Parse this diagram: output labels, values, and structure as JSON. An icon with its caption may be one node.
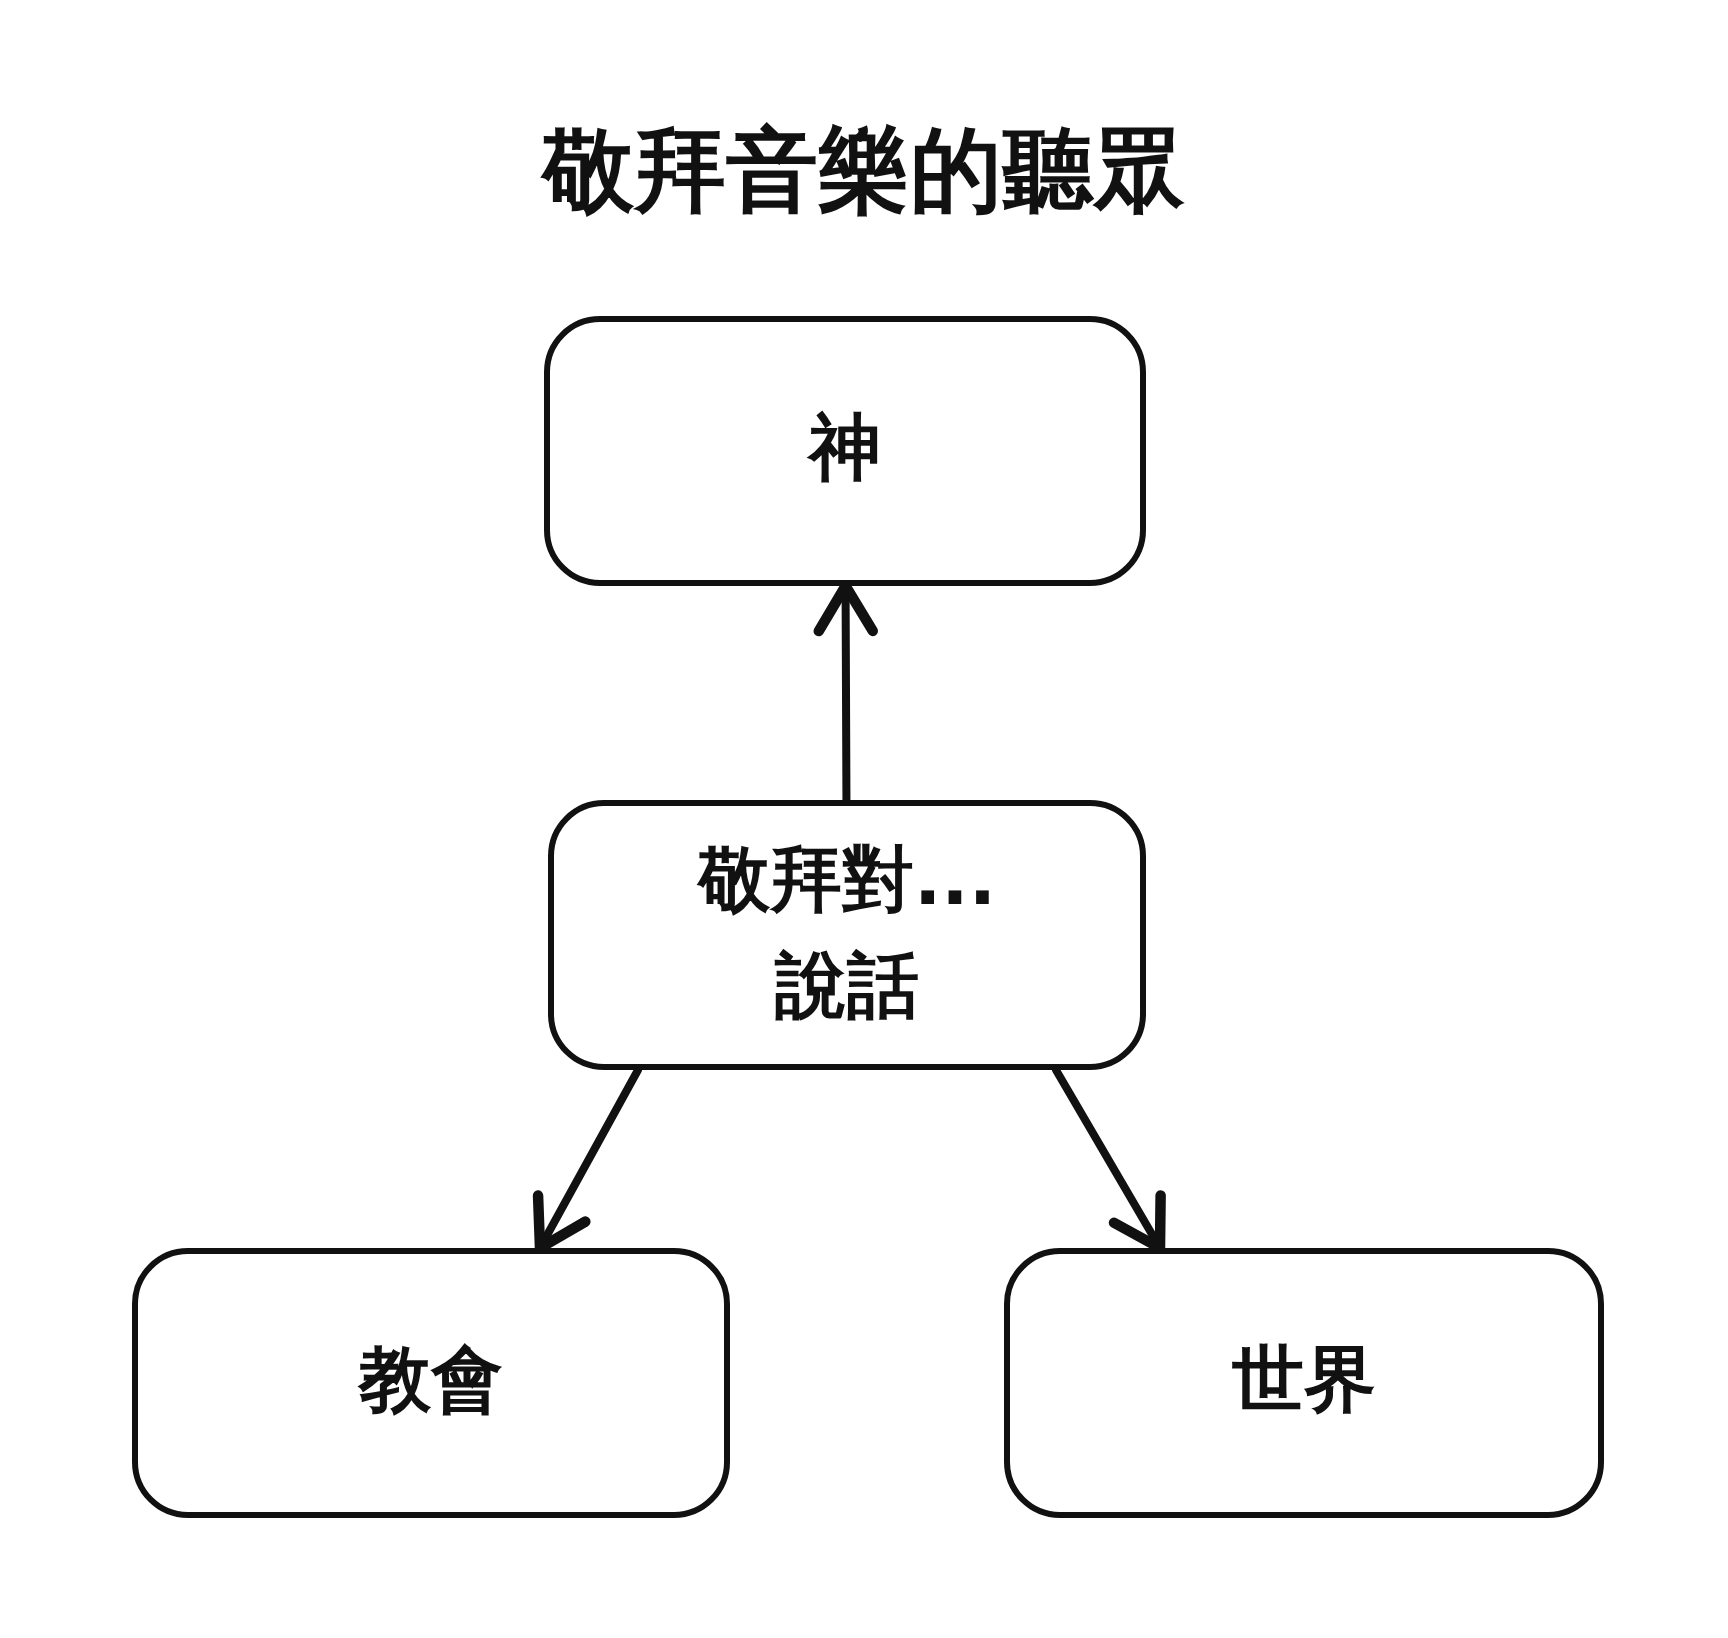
{
  "diagram": {
    "title": "敬拜音樂的聽眾",
    "nodes": [
      {
        "text": [
          "神"
        ]
      },
      {
        "text": [
          "敬拜對...說話"
        ]
      },
      {
        "text": [
          "教會"
        ]
      },
      {
        "text": [
          "世界"
        ]
      }
    ],
    "edges": [
      {
        "from": 1,
        "to": 0,
        "arrow": "to"
      },
      {
        "from": 1,
        "to": 2,
        "arrow": "to"
      },
      {
        "from": 1,
        "to": 3,
        "arrow": "to"
      }
    ]
  }
}
